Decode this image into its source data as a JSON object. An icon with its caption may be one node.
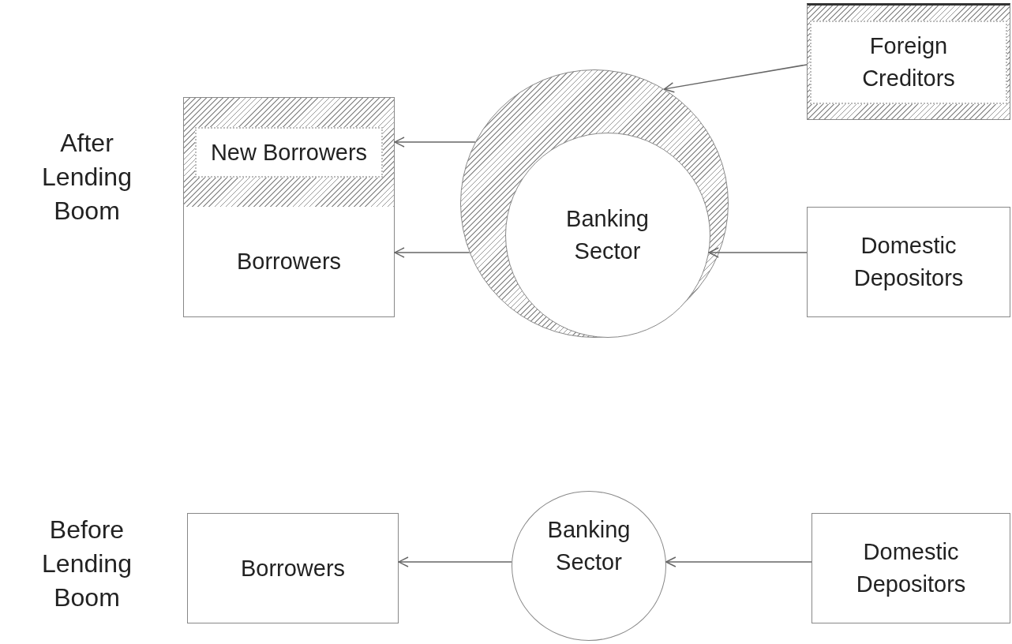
{
  "diagram": {
    "nodes": [
      {
        "text": [
          "New Borrowers"
        ]
      },
      {
        "text": [
          "Borrowers"
        ]
      },
      {
        "text": [],
        "shape": "circle"
      },
      {
        "text": [
          "Banking Sector"
        ],
        "in": 2
      },
      {
        "text": [
          "Foreign Creditors"
        ]
      },
      {
        "text": [
          "Domestic Depositors"
        ]
      },
      {
        "text": [
          "Borrowers"
        ]
      },
      {
        "text": [
          "Banking Sector"
        ]
      },
      {
        "text": [
          "Domestic Depositors"
        ]
      }
    ],
    "edges": [
      {
        "from": 2,
        "to": 0,
        "arrow": "to"
      },
      {
        "from": 2,
        "to": 1,
        "arrow": "to"
      },
      {
        "from": 4,
        "to": 2,
        "arrow": "to"
      },
      {
        "from": 5,
        "to": 3,
        "arrow": "to"
      },
      {
        "from": 7,
        "to": 6,
        "arrow": "to"
      },
      {
        "from": 8,
        "to": 7,
        "arrow": "to"
      }
    ],
    "labels": [
      "After Lending Boom",
      "Before Lending Boom"
    ]
  }
}
